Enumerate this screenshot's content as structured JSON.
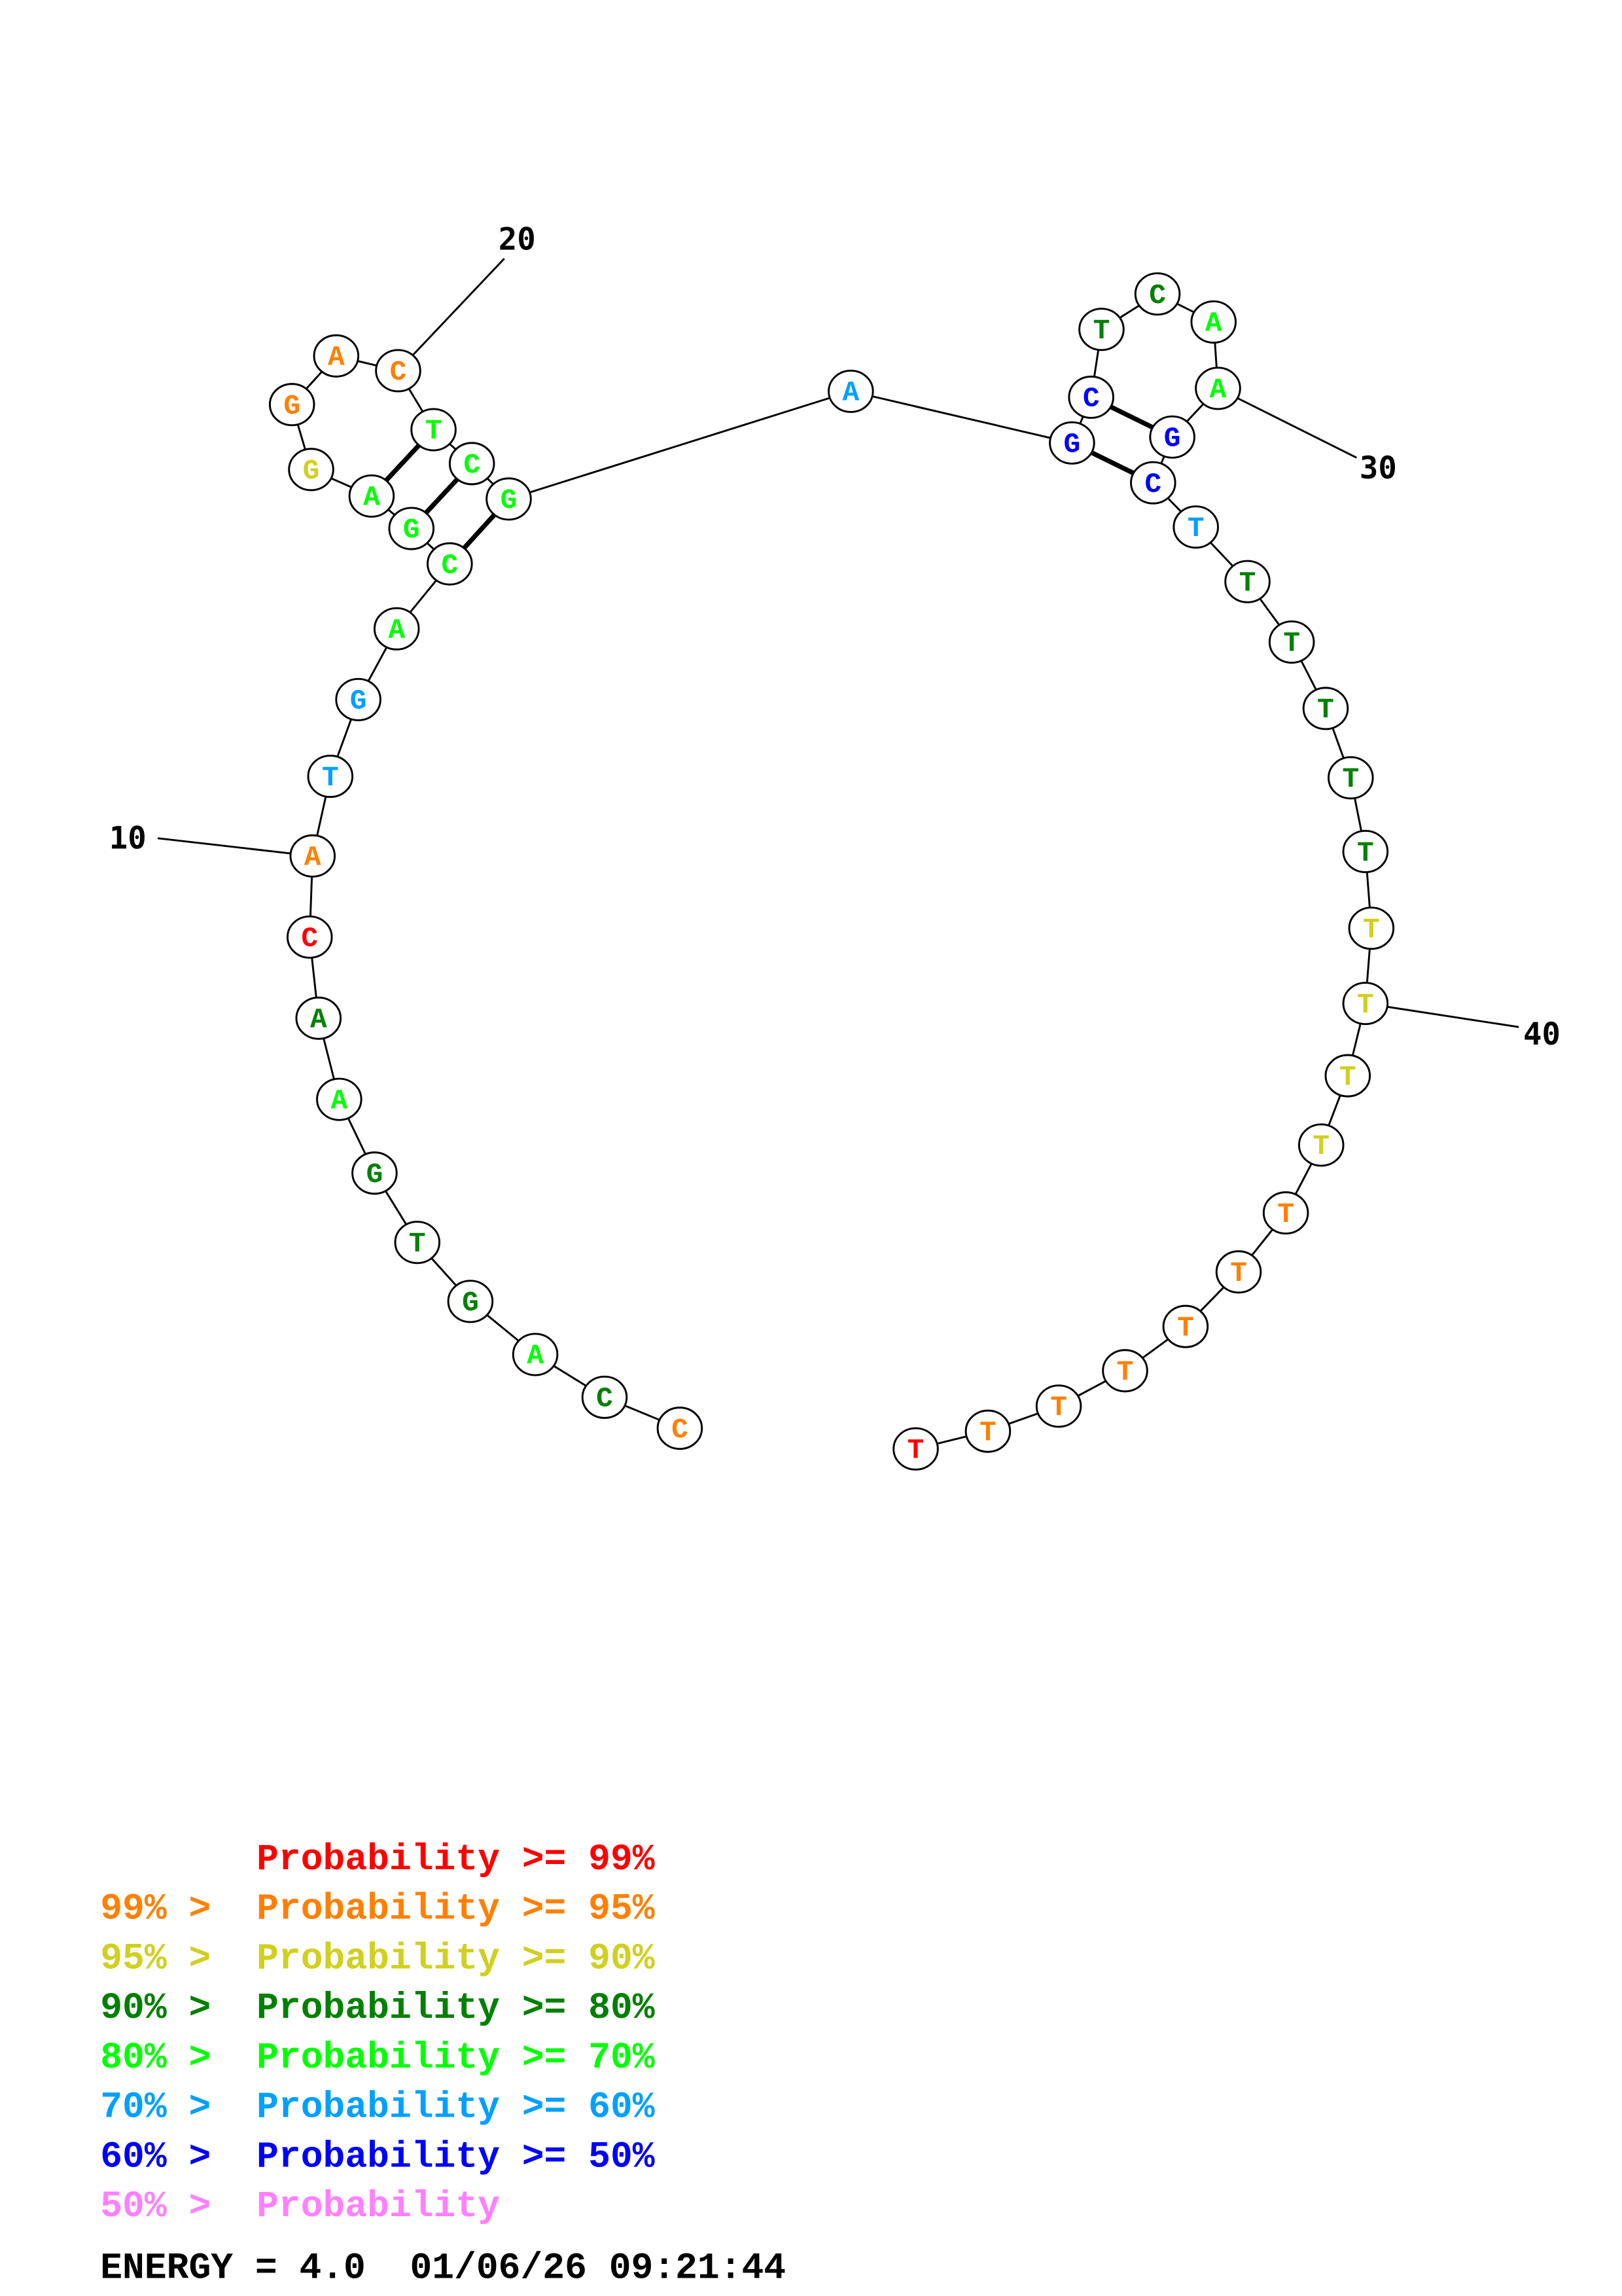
{
  "colors": {
    "red": "#ff0000",
    "orange": "#ff8000",
    "yellow": "#d0d020",
    "darkgreen": "#008000",
    "green": "#00ff00",
    "skyblue": "#00a0ff",
    "blue": "#0000ff",
    "pink": "#ff80ff"
  },
  "nucleotides": [
    {
      "n": 1,
      "base": "C",
      "color": "orange"
    },
    {
      "n": 2,
      "base": "C",
      "color": "darkgreen"
    },
    {
      "n": 3,
      "base": "A",
      "color": "green"
    },
    {
      "n": 4,
      "base": "G",
      "color": "darkgreen"
    },
    {
      "n": 5,
      "base": "T",
      "color": "darkgreen"
    },
    {
      "n": 6,
      "base": "G",
      "color": "darkgreen"
    },
    {
      "n": 7,
      "base": "A",
      "color": "green"
    },
    {
      "n": 8,
      "base": "A",
      "color": "darkgreen"
    },
    {
      "n": 9,
      "base": "C",
      "color": "red"
    },
    {
      "n": 10,
      "base": "A",
      "color": "orange"
    },
    {
      "n": 11,
      "base": "T",
      "color": "skyblue"
    },
    {
      "n": 12,
      "base": "G",
      "color": "skyblue"
    },
    {
      "n": 13,
      "base": "A",
      "color": "green"
    },
    {
      "n": 14,
      "base": "C",
      "color": "green"
    },
    {
      "n": 15,
      "base": "G",
      "color": "green"
    },
    {
      "n": 16,
      "base": "A",
      "color": "green"
    },
    {
      "n": 17,
      "base": "G",
      "color": "yellow"
    },
    {
      "n": 18,
      "base": "G",
      "color": "orange"
    },
    {
      "n": 19,
      "base": "A",
      "color": "orange"
    },
    {
      "n": 20,
      "base": "C",
      "color": "orange"
    },
    {
      "n": 21,
      "base": "T",
      "color": "green"
    },
    {
      "n": 22,
      "base": "C",
      "color": "green"
    },
    {
      "n": 23,
      "base": "G",
      "color": "green"
    },
    {
      "n": 24,
      "base": "A",
      "color": "skyblue"
    },
    {
      "n": 25,
      "base": "G",
      "color": "blue"
    },
    {
      "n": 26,
      "base": "C",
      "color": "blue"
    },
    {
      "n": 27,
      "base": "T",
      "color": "darkgreen"
    },
    {
      "n": 28,
      "base": "C",
      "color": "darkgreen"
    },
    {
      "n": 29,
      "base": "A",
      "color": "green"
    },
    {
      "n": 30,
      "base": "A",
      "color": "green"
    },
    {
      "n": 31,
      "base": "G",
      "color": "blue"
    },
    {
      "n": 32,
      "base": "C",
      "color": "blue"
    },
    {
      "n": 33,
      "base": "T",
      "color": "skyblue"
    },
    {
      "n": 34,
      "base": "T",
      "color": "darkgreen"
    },
    {
      "n": 35,
      "base": "T",
      "color": "darkgreen"
    },
    {
      "n": 36,
      "base": "T",
      "color": "darkgreen"
    },
    {
      "n": 37,
      "base": "T",
      "color": "darkgreen"
    },
    {
      "n": 38,
      "base": "T",
      "color": "darkgreen"
    },
    {
      "n": 39,
      "base": "T",
      "color": "yellow"
    },
    {
      "n": 40,
      "base": "T",
      "color": "yellow"
    },
    {
      "n": 41,
      "base": "T",
      "color": "yellow"
    },
    {
      "n": 42,
      "base": "T",
      "color": "yellow"
    },
    {
      "n": 43,
      "base": "T",
      "color": "orange"
    },
    {
      "n": 44,
      "base": "T",
      "color": "orange"
    },
    {
      "n": 45,
      "base": "T",
      "color": "orange"
    },
    {
      "n": 46,
      "base": "T",
      "color": "orange"
    },
    {
      "n": 47,
      "base": "T",
      "color": "orange"
    },
    {
      "n": 48,
      "base": "T",
      "color": "orange"
    },
    {
      "n": 49,
      "base": "T",
      "color": "red"
    }
  ],
  "pairs": [
    [
      14,
      23
    ],
    [
      15,
      22
    ],
    [
      16,
      21
    ],
    [
      25,
      32
    ],
    [
      26,
      31
    ]
  ],
  "index_labels": [
    {
      "n": 10,
      "label": "10"
    },
    {
      "n": 20,
      "label": "20"
    },
    {
      "n": 30,
      "label": "30"
    },
    {
      "n": 40,
      "label": "40"
    }
  ],
  "legend": [
    {
      "prefix": "",
      "text": "Probability >= 99%",
      "color": "red"
    },
    {
      "prefix": "99% > ",
      "text": "Probability >= 95%",
      "color": "orange"
    },
    {
      "prefix": "95% > ",
      "text": "Probability >= 90%",
      "color": "yellow"
    },
    {
      "prefix": "90% > ",
      "text": "Probability >= 80%",
      "color": "darkgreen"
    },
    {
      "prefix": "80% > ",
      "text": "Probability >= 70%",
      "color": "green"
    },
    {
      "prefix": "70% > ",
      "text": "Probability >= 60%",
      "color": "skyblue"
    },
    {
      "prefix": "60% > ",
      "text": "Probability >= 50%",
      "color": "blue"
    },
    {
      "prefix": "50% > ",
      "text": "Probability",
      "color": "pink"
    }
  ],
  "footer": {
    "energy": "ENERGY = 4.0  01/06/26 09:21:44"
  }
}
